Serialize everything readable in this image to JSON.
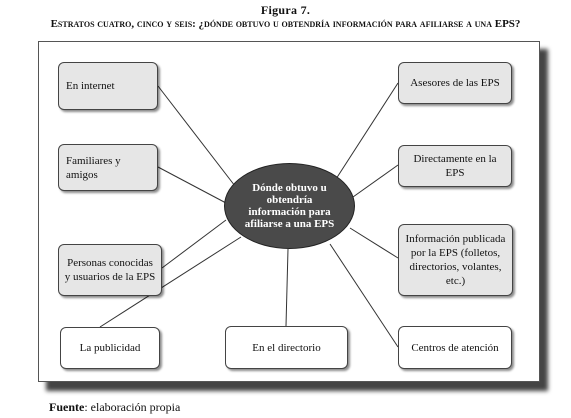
{
  "figure": {
    "title": "Figura 7.",
    "subtitle": "Estratos cuatro, cinco y seis: ¿dónde obtuvo u obtendría información para afiliarse a una EPS?"
  },
  "center": {
    "label": "Dónde obtuvo u obtendría información para afiliarse a una EPS"
  },
  "nodes": {
    "internet": "En internet",
    "familiares": "Familiares y amigos",
    "personas": "Personas conocidas y usuarios de la EPS",
    "publicidad": "La publicidad",
    "directorio": "En el directorio",
    "asesores": "Asesores de las EPS",
    "directamente": "Directamente en la EPS",
    "publicada": "Información publicada por la EPS (folletos, directorios, volantes, etc.)",
    "centros": "Centros de atención"
  },
  "footer": {
    "label": "Fuente",
    "text": ": elaboración propia"
  }
}
